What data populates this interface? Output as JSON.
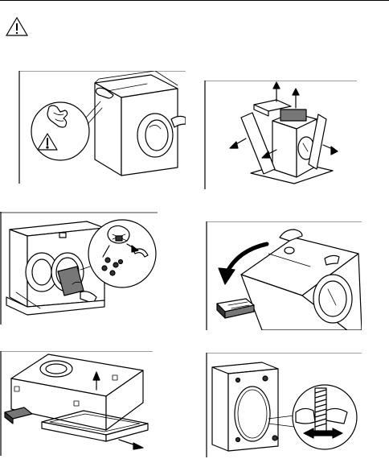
{
  "colors": {
    "ink": "#000000",
    "paper": "#ffffff",
    "shade": "#777777"
  },
  "icons": {
    "warning": "warning-triangle-icon",
    "gloves": "protective-gloves-icon"
  },
  "figures": [
    {
      "id": "fig-1",
      "depicts": "wear-gloves-remove-top-packaging"
    },
    {
      "id": "fig-2",
      "depicts": "lift-top-and-remove-side-protectors"
    },
    {
      "id": "fig-3",
      "depicts": "remove-door-bag-hose-holder-hardware"
    },
    {
      "id": "fig-4",
      "depicts": "tilt-machine-backwards"
    },
    {
      "id": "fig-5",
      "depicts": "remove-polystyrene-base"
    },
    {
      "id": "fig-6",
      "depicts": "remove-transit-bolts-rear"
    }
  ]
}
